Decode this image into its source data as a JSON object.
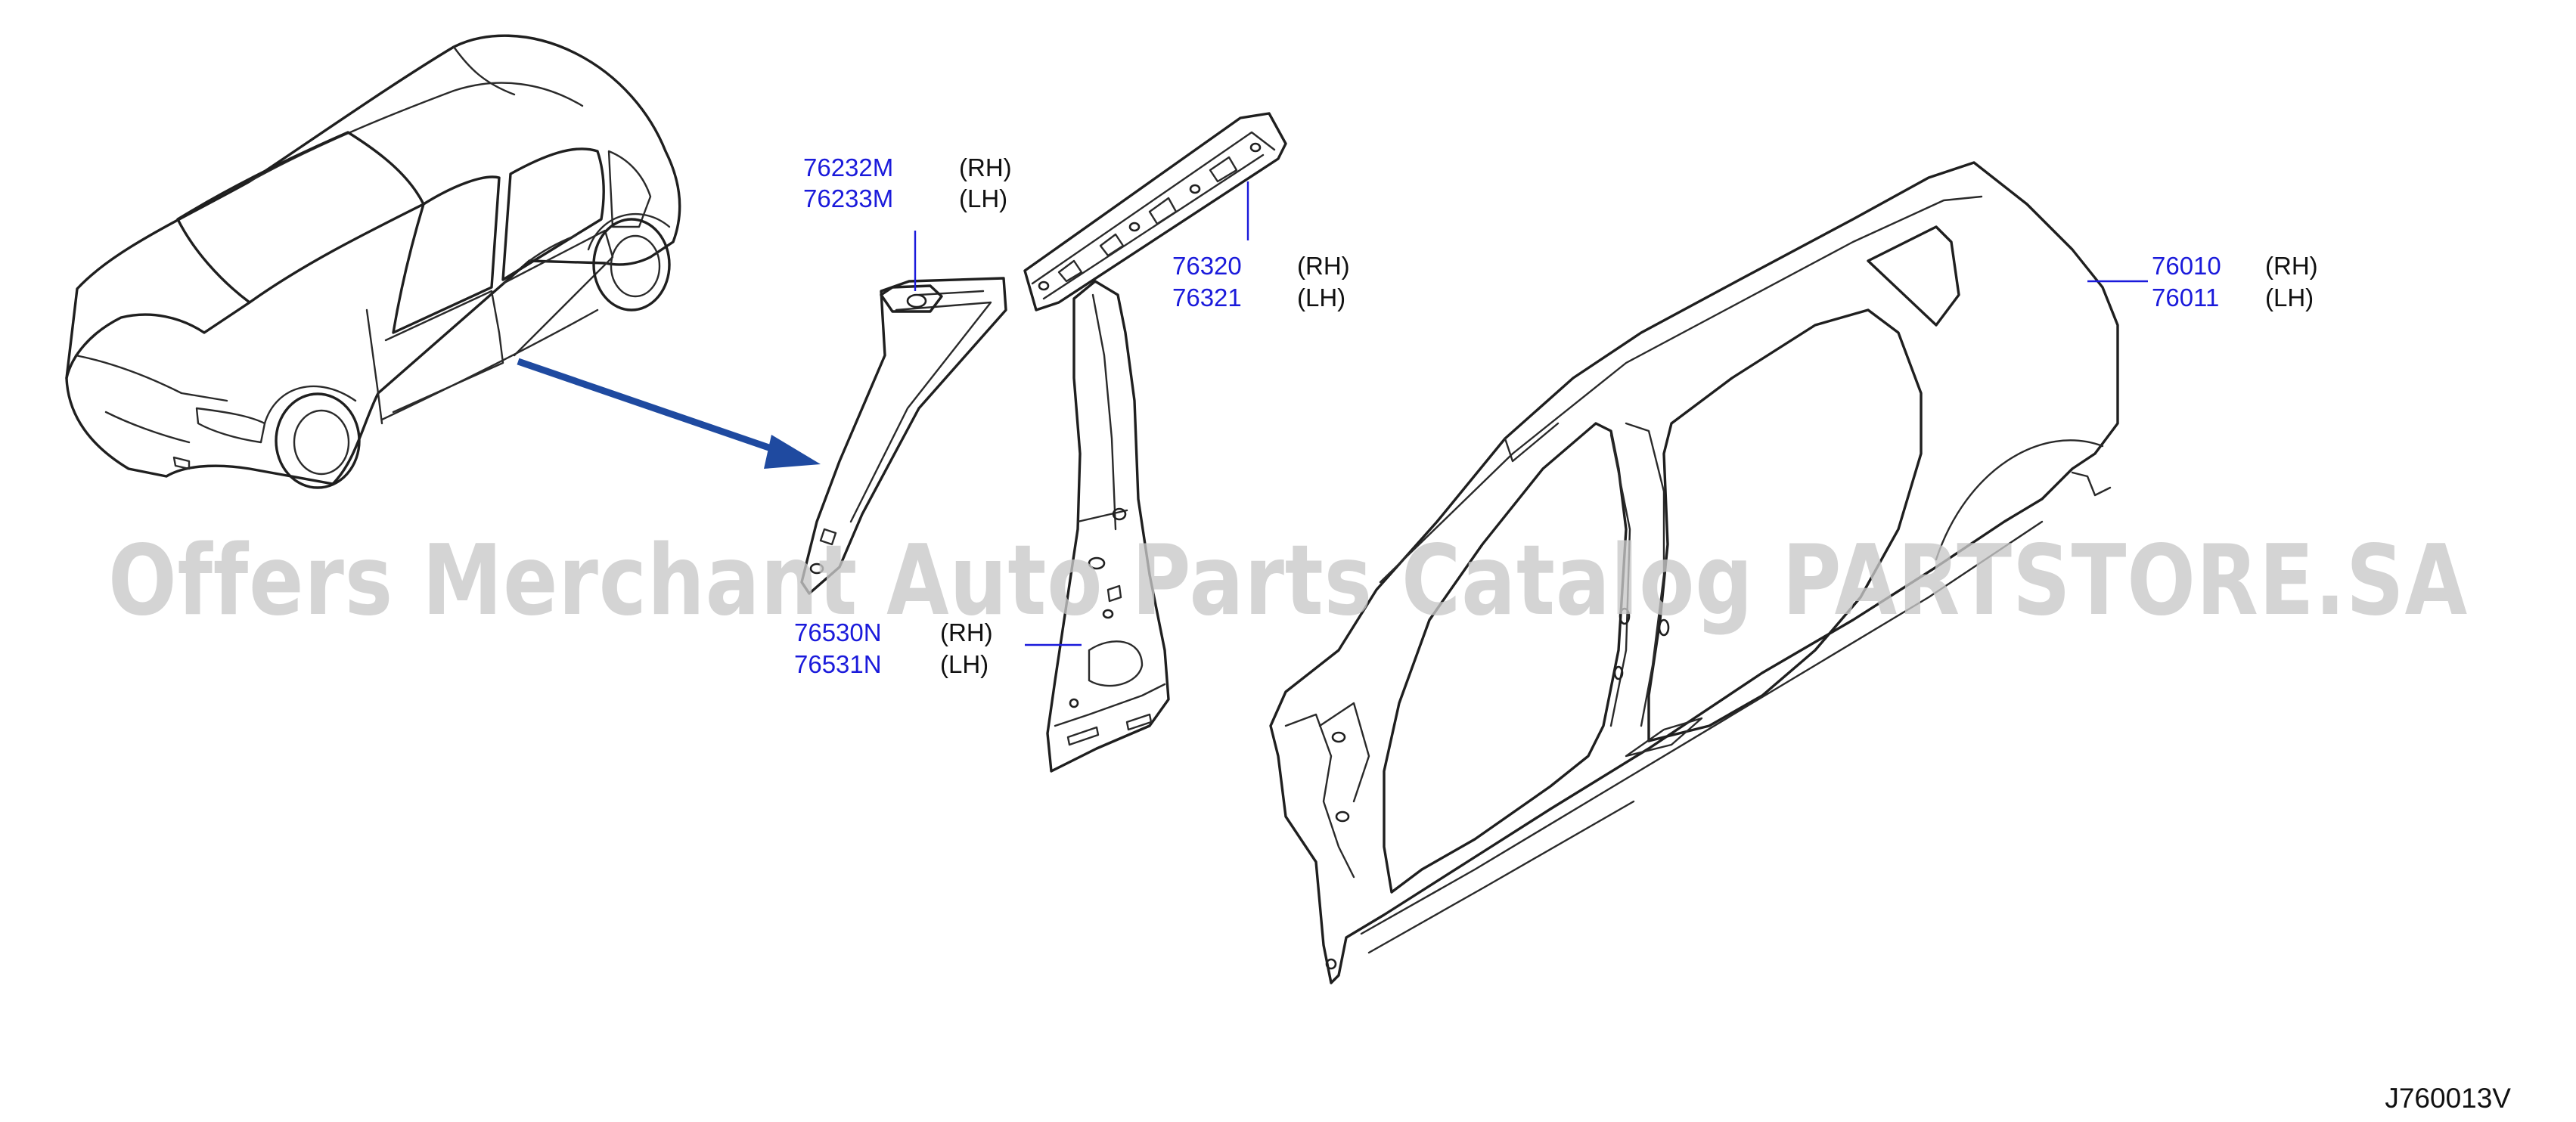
{
  "parts": [
    {
      "number": "76232M",
      "side": "(RH)"
    },
    {
      "number": "76233M",
      "side": "(LH)"
    },
    {
      "number": "76320",
      "side": "(RH)"
    },
    {
      "number": "76321",
      "side": "(LH)"
    },
    {
      "number": "76010",
      "side": "(RH)"
    },
    {
      "number": "76011",
      "side": "(LH)"
    },
    {
      "number": "76530N",
      "side": "(RH)"
    },
    {
      "number": "76531N",
      "side": "(LH)"
    }
  ],
  "watermark": "Offers Merchant Auto Parts Catalog PARTSTORE.SA",
  "diagram_code": "J760013V",
  "colors": {
    "part_number": "#1a1adb",
    "arrow": "#1f4aa0",
    "line": "#1f1f1f",
    "watermark": "#c9c9c9"
  }
}
